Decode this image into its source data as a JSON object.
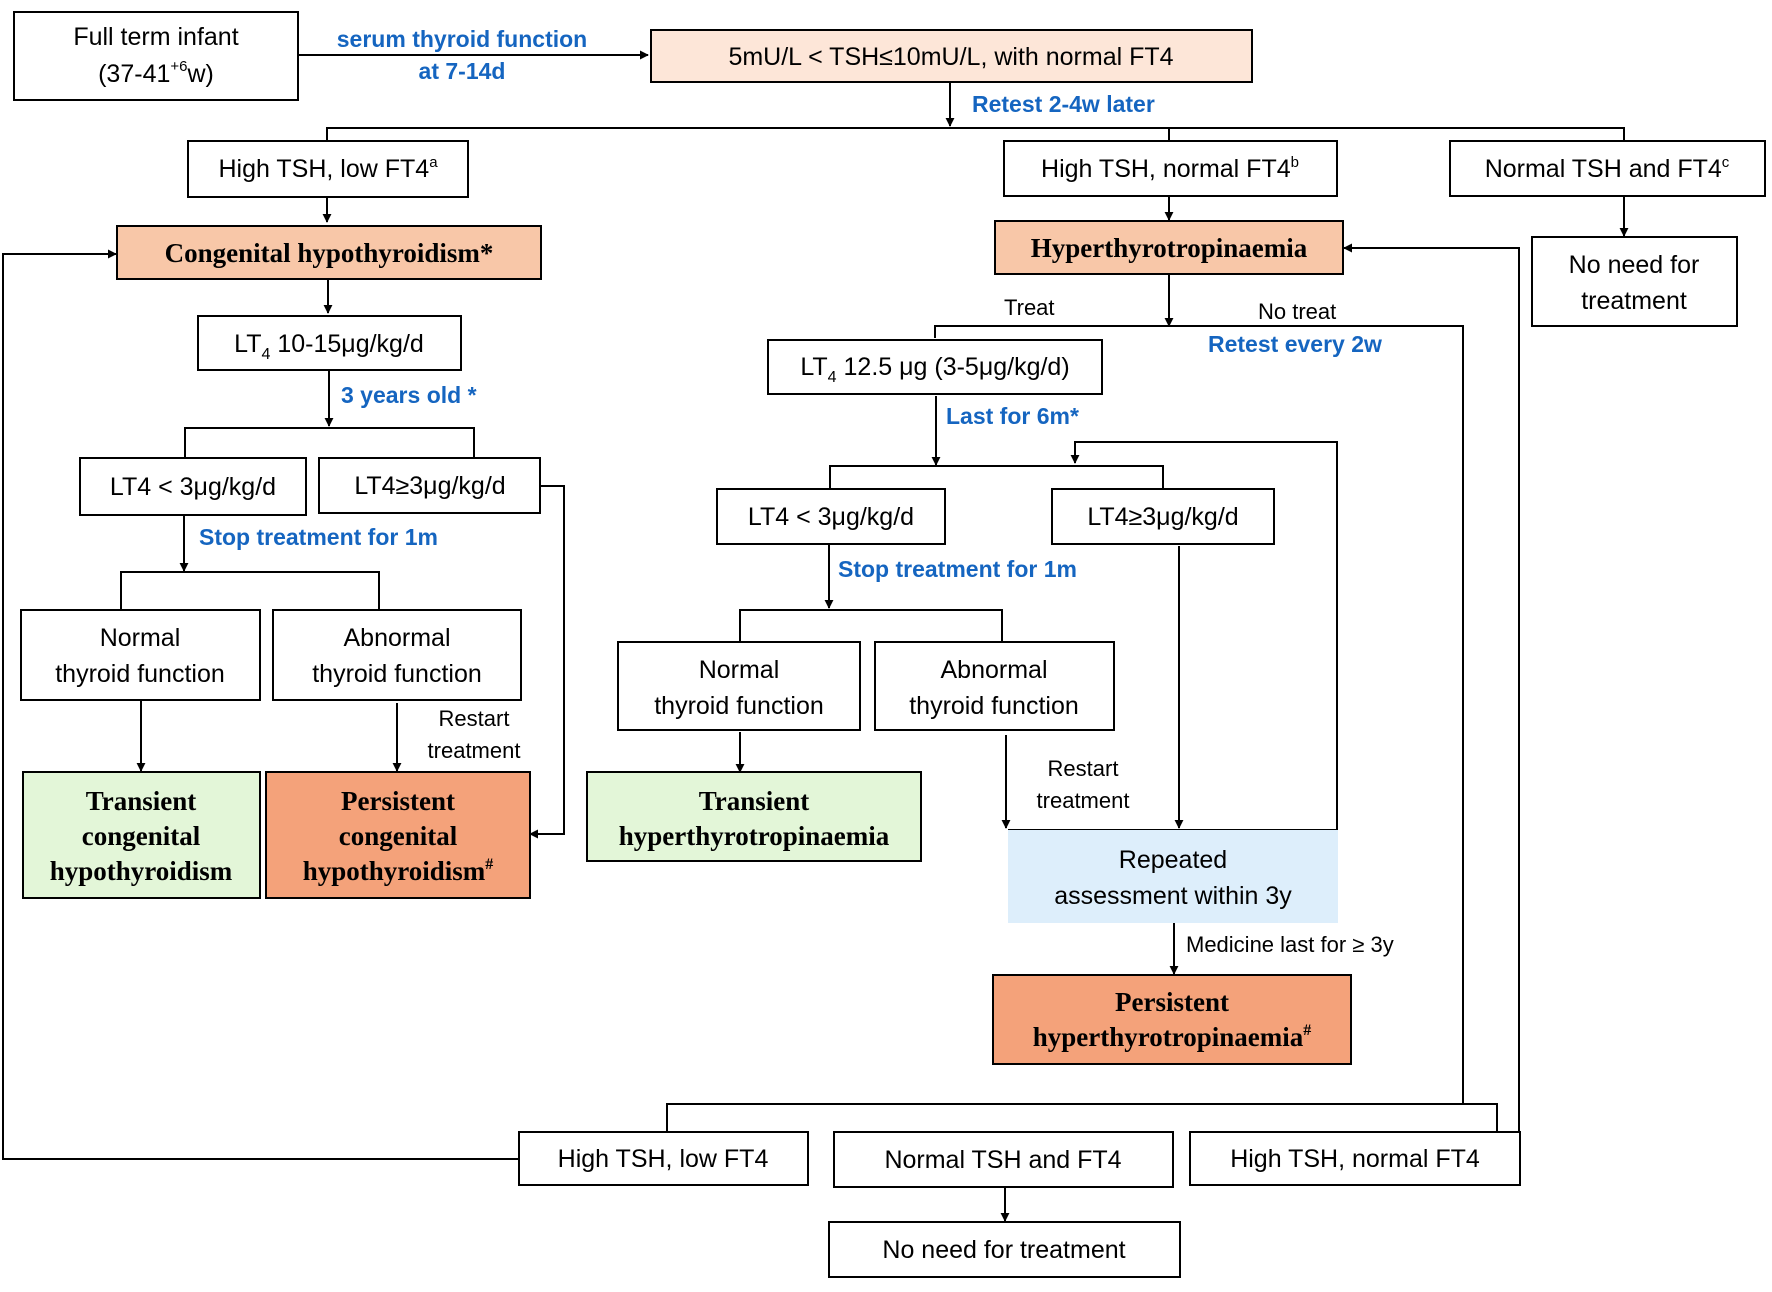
{
  "colors": {
    "peach_light": "#fde6d8",
    "peach": "#f8c7a8",
    "orange": "#f4a27a",
    "green": "#e3f6d8",
    "blue_light": "#ddeefb",
    "label_blue": "#1565c0"
  },
  "nodes": {
    "start": {
      "line1": "Full term infant",
      "line2_pre": "(37-41",
      "line2_sup": "+6",
      "line2_post": "w)"
    },
    "screen": {
      "text": "5mU/L < TSH≤10mU/L, with normal FT4"
    },
    "hi_low": {
      "text": "High TSH, low FT4",
      "sup": "a"
    },
    "hi_norm": {
      "text": "High TSH,  normal FT4",
      "sup": "b"
    },
    "norm_norm": {
      "text": "Normal TSH and FT4",
      "sup": "c"
    },
    "no_need_1": {
      "line1": "No need for",
      "line2": "treatment"
    },
    "ch": {
      "text": "Congenital hypothyroidism*"
    },
    "hyperthyro": {
      "text": "Hyperthyrotropinaemia"
    },
    "lt4_ch": {
      "pre": "LT",
      "sub": "4",
      "post": " 10-15μg/kg/d"
    },
    "lt4_ht": {
      "pre": "LT",
      "sub": "4",
      "post": " 12.5 μg (3-5μg/kg/d)"
    },
    "ch_low": {
      "text": "LT4 < 3μg/kg/d"
    },
    "ch_high": {
      "text": "LT4≥3μg/kg/d"
    },
    "ht_low": {
      "text": "LT4 < 3μg/kg/d"
    },
    "ht_high": {
      "text": "LT4≥3μg/kg/d"
    },
    "ch_normal": {
      "line1": "Normal",
      "line2": "thyroid function"
    },
    "ch_abnormal": {
      "line1": "Abnormal",
      "line2": "thyroid function"
    },
    "ht_normal": {
      "line1": "Normal",
      "line2": "thyroid function"
    },
    "ht_abnormal": {
      "line1": "Abnormal",
      "line2": "thyroid function"
    },
    "transient_ch": {
      "line1": "Transient",
      "line2": "congenital",
      "line3": "hypothyroidism"
    },
    "persistent_ch": {
      "line1": "Persistent",
      "line2": "congenital",
      "line3": "hypothyroidism",
      "sup": "#"
    },
    "transient_ht": {
      "line1": "Transient",
      "line2": "hyperthyrotropinaemia"
    },
    "repeated": {
      "line1": "Repeated",
      "line2": "assessment within 3y"
    },
    "persistent_ht": {
      "line1": "Persistent",
      "line2": "hyperthyrotropinaemia",
      "sup": "#"
    },
    "b_hi_low": {
      "text": "High TSH, low FT4"
    },
    "b_norm": {
      "text": "Normal TSH and FT4"
    },
    "b_hi_norm": {
      "text": "High TSH,  normal FT4"
    },
    "no_need_2": {
      "text": "No need for treatment"
    }
  },
  "labels": {
    "serum_1": "serum thyroid function",
    "serum_2": "at 7-14d",
    "retest": "Retest 2-4w later",
    "three_years": "3 years old *",
    "stop_ch": "Stop treatment for 1m",
    "stop_ht": "Stop treatment for 1m",
    "treat": "Treat",
    "no_treat": "No treat",
    "retest_2w": "Retest every 2w",
    "last_6m": "Last for 6m*",
    "restart_ch_1": "Restart",
    "restart_ch_2": "treatment",
    "restart_ht_1": "Restart",
    "restart_ht_2": "treatment",
    "medicine": "Medicine last for ≥ 3y"
  }
}
